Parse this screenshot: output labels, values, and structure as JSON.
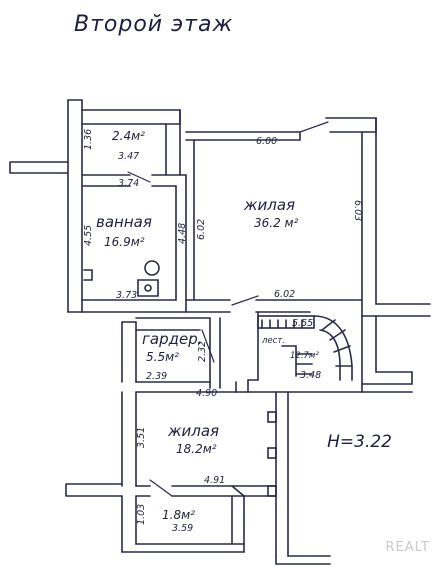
{
  "title": "Второй этаж",
  "height_label": "H=3.22",
  "watermark": "REALT",
  "rooms": {
    "small_top": {
      "area": "2.4м²"
    },
    "bathroom": {
      "name": "ванная",
      "area": "16.9м²"
    },
    "living_top": {
      "name": "жилая",
      "area": "36.2 м²"
    },
    "wardrobe": {
      "name": "гардер.",
      "area": "5.5м²"
    },
    "living_bottom": {
      "name": "жилая",
      "area": "18.2м²"
    },
    "small_bottom": {
      "area": "1.8м²"
    },
    "stairs_area": {
      "name": "лест.",
      "area": "12.7м²"
    }
  },
  "dims": {
    "d136": "1.36",
    "d347": "3.47",
    "d374": "3.74",
    "d455": "4.55",
    "d448": "4.48",
    "d602a": "6.02",
    "d600": "6.00",
    "d603": "6.03",
    "d373": "3.73",
    "d602b": "6.02",
    "d555": "5.55",
    "d348": "3.48",
    "d232": "2.32",
    "d239": "2.39",
    "d490": "4.90",
    "d351": "3.51",
    "d491": "4.91",
    "d103": "1.03",
    "d359": "3.59"
  }
}
